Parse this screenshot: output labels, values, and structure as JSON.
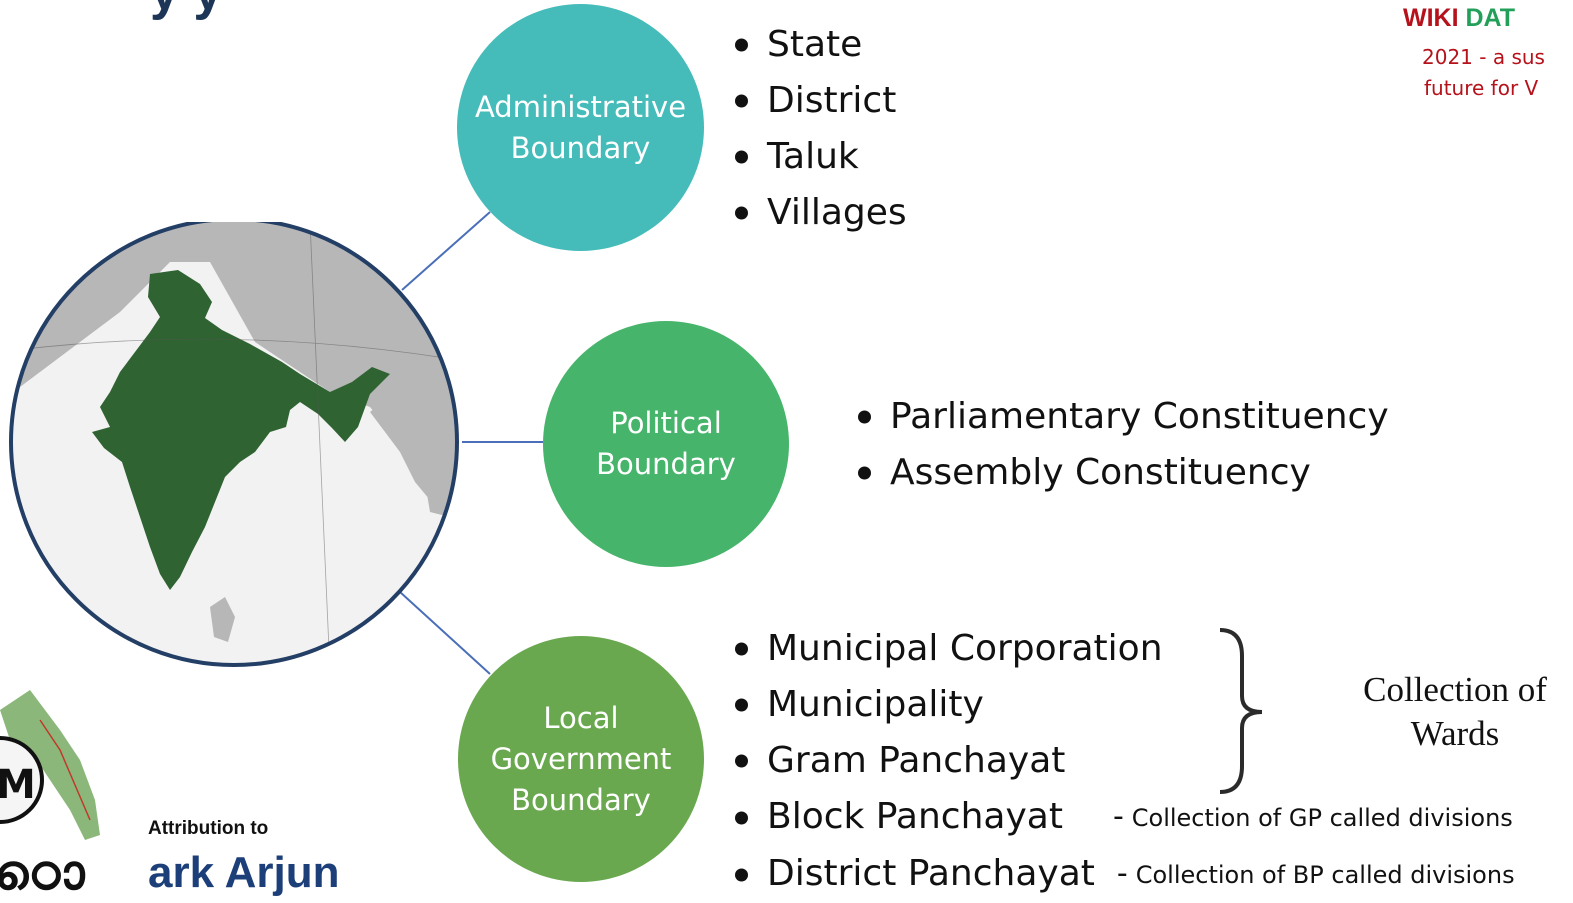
{
  "header": {
    "title_fragment": "y                y",
    "brand_wiki": "WIKI",
    "brand_data": "DAT",
    "tagline_line1": "2021 - a sus",
    "tagline_line2": "future for V"
  },
  "categories": [
    {
      "name": "Administrative Boundary",
      "label_line1": "Administrative",
      "label_line2": "Boundary",
      "color": "#45bcba",
      "items": [
        "State",
        "District",
        "Taluk",
        "Villages"
      ]
    },
    {
      "name": "Political Boundary",
      "label_line1": "Political",
      "label_line2": "Boundary",
      "color": "#46b46a",
      "items": [
        "Parliamentary Constituency",
        "Assembly Constituency"
      ]
    },
    {
      "name": "Local Government Boundary",
      "label_line1": "Local",
      "label_line2": "Government",
      "label_line3": "Boundary",
      "color": "#6aa84f",
      "items": [
        "Municipal Corporation",
        "Municipality",
        "Gram Panchayat",
        "Block Panchayat",
        "District Panchayat"
      ],
      "notes": {
        "block_panchayat": "Collection of GP called divisions",
        "district_panchayat": "Collection of BP called divisions"
      }
    }
  ],
  "wards_label_line1": "Collection of",
  "wards_label_line2": "Wards",
  "attribution": {
    "label": "Attribution to",
    "name": "ark Arjun",
    "logo_text": "ഠൊ"
  },
  "colors": {
    "map_land": "#2f6332",
    "map_neighbors": "#b7b7b7",
    "map_sea": "#f2f2f2",
    "globe_border": "#243f66",
    "connector": "#4a6fb8"
  }
}
